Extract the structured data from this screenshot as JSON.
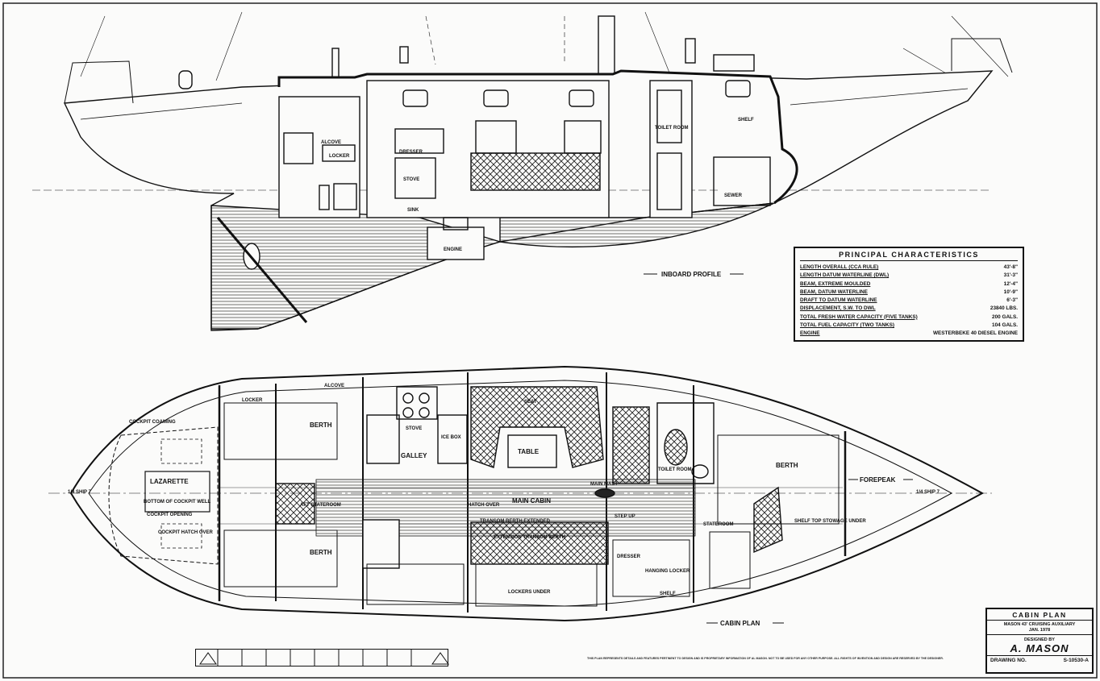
{
  "drawing": {
    "profile_label": "INBOARD PROFILE",
    "plan_label": "CABIN PLAN",
    "scale_marker": "1/4 SHIP 7"
  },
  "profile_labels": {
    "alcove": "ALCOVE",
    "locker": "LOCKER",
    "dresser": "DRESSER",
    "stove": "STOVE",
    "sink": "SINK",
    "engine": "ENGINE",
    "shelf": "SHELF",
    "toilet_room": "TOILET ROOM",
    "sewer": "SEWER"
  },
  "plan_labels": {
    "cockpit_coaming": "COCKPIT COAMING",
    "lazarette": "LAZARETTE",
    "bottom_of_cockpit_well": "BOTTOM OF COCKPIT WELL",
    "cockpit_opening": "COCKPIT OPENING",
    "cockpit_hatch_over": "COCKPIT HATCH OVER",
    "locker": "LOCKER",
    "alcove": "ALCOVE",
    "berth": "BERTH",
    "aft_stateroom": "AFT STATEROOM",
    "galley": "GALLEY",
    "stove": "STOVE",
    "icebox": "ICE BOX",
    "seat": "SEAT",
    "table": "TABLE",
    "main_cabin": "MAIN CABIN",
    "main_mast": "MAIN MAST",
    "hatch_over": "HATCH OVER",
    "extension_transom_berth": "EXTENSION TRANSOM BERTH",
    "transom_berth_extended": "TRANSOM BERTH EXTENDED",
    "toilet_room": "TOILET ROOM",
    "stateroom": "STATEROOM",
    "forepeak": "FOREPEAK",
    "dresser": "DRESSER",
    "hanging_locker": "HANGING LOCKER",
    "shelf": "SHELF",
    "lockers_under": "LOCKERS UNDER",
    "step_up": "STEP UP",
    "shelf_top_stowage_under": "SHELF TOP STOWAGE UNDER"
  },
  "principal_characteristics": {
    "title": "PRINCIPAL CHARACTERISTICS",
    "rows": [
      {
        "label": "LENGTH OVERALL (CCA RULE)",
        "value": "43'-8\""
      },
      {
        "label": "LENGTH DATUM WATERLINE (DWL)",
        "value": "31'-3\""
      },
      {
        "label": "BEAM, EXTREME MOULDED",
        "value": "12'-4\""
      },
      {
        "label": "BEAM, DATUM WATERLINE",
        "value": "10'-9\""
      },
      {
        "label": "DRAFT TO DATUM WATERLINE",
        "value": "6'-3\""
      },
      {
        "label": "DISPLACEMENT, S.W. TO DWL",
        "value": "23840 LBS."
      },
      {
        "label": "TOTAL FRESH WATER CAPACITY (FIVE TANKS)",
        "value": "200 GALS."
      },
      {
        "label": "TOTAL FUEL CAPACITY (TWO TANKS)",
        "value": "104 GALS."
      },
      {
        "label": "ENGINE",
        "value": "WESTERBEKE 40 DIESEL ENGINE"
      }
    ]
  },
  "title_block": {
    "title": "CABIN PLAN",
    "subtitle": "MASON 43' CRUISING AUXILIARY",
    "date": "JAN. 1978",
    "designed_by": "DESIGNED BY",
    "designer": "A. MASON",
    "drawing_no_label": "DRAWING NO.",
    "drawing_no": "S-10530-A"
  },
  "notes": "THIS PLAN REPRESENTS DETAILS AND FEATURES PERTINENT TO DESIGN AND IS PROPRIETARY INFORMATION OF AL MASON. NOT TO BE USED FOR ANY OTHER PURPOSE. ALL RIGHTS OF INVENTION AND DESIGN ARE RESERVED BY THE DESIGNER."
}
